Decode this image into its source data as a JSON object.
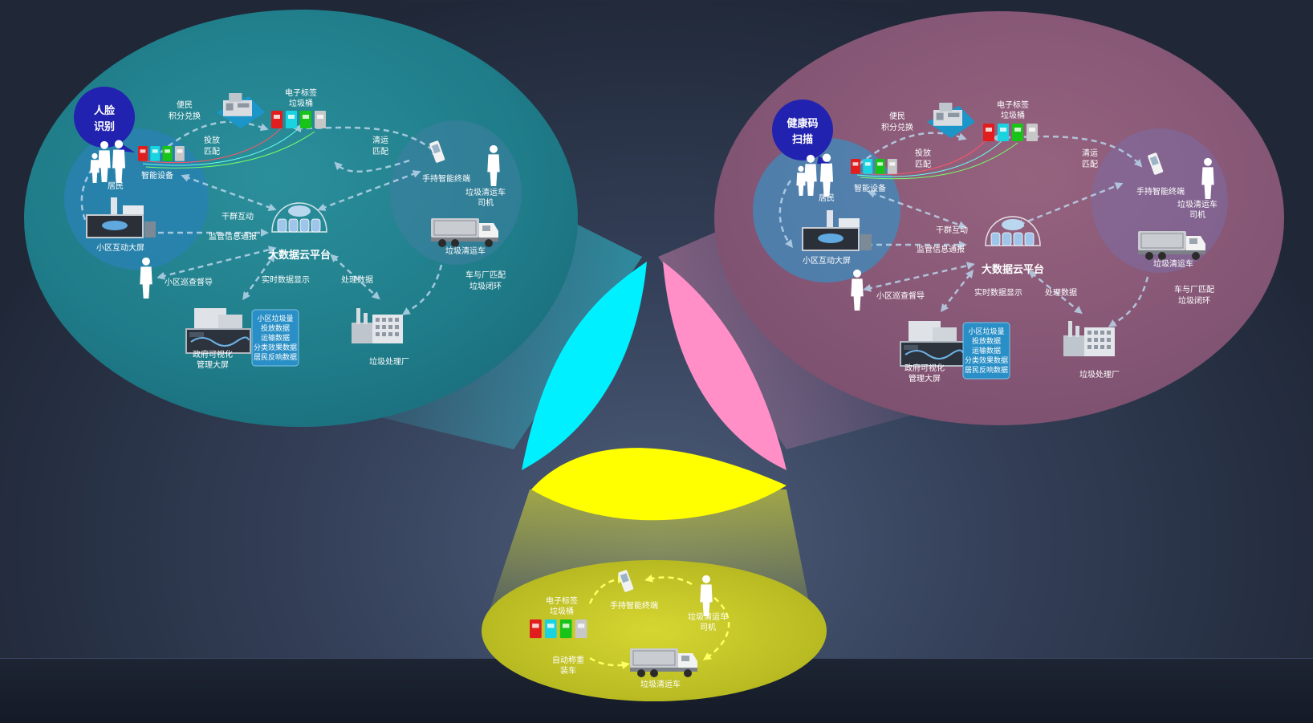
{
  "colors": {
    "cyan": "#00f0ff",
    "pink": "#ff8fc6",
    "yellow": "#ffff00",
    "left_bubble": "#1f7f8c",
    "right_bubble": "#8a5a78",
    "bottom_bubble": "#c8c81e",
    "badge": "#2222b0"
  },
  "left": {
    "badge": [
      "人脸",
      "识别"
    ],
    "resident": "居民",
    "smart_device": "智能设备",
    "convenience": [
      "便民",
      "积分兑换"
    ],
    "e_tag_bins": [
      "电子标签",
      "垃圾桶"
    ],
    "dispatch_match": [
      "投放",
      "匹配"
    ],
    "clean_match": [
      "清运",
      "匹配"
    ],
    "handheld": "手持智能终端",
    "driver": [
      "垃圾清运车",
      "司机"
    ],
    "truck": "垃圾清运车",
    "interact": "干群互动",
    "notice": "监管信息通报",
    "cloud": "大数据云平台",
    "screen": "小区互动大屏",
    "inspection": "小区巡查督导",
    "realtime": "实时数据显示",
    "process_data": "处理数据",
    "loop": [
      "车与厂匹配",
      "垃圾闭环"
    ],
    "gov_screen": [
      "政府可视化",
      "管理大屏"
    ],
    "plant": "垃圾处理厂",
    "panel": [
      "小区垃圾量",
      "投放数据",
      "运输数据",
      "分类效果数据",
      "居民反响数据"
    ]
  },
  "right": {
    "badge": [
      "健康码",
      "扫描"
    ],
    "resident": "居民",
    "smart_device": "智能设备",
    "convenience": [
      "便民",
      "积分兑换"
    ],
    "e_tag_bins": [
      "电子标签",
      "垃圾桶"
    ],
    "dispatch_match": [
      "投放",
      "匹配"
    ],
    "clean_match": [
      "清运",
      "匹配"
    ],
    "handheld": "手持智能终端",
    "driver": [
      "垃圾清运车",
      "司机"
    ],
    "truck": "垃圾清运车",
    "interact": "干群互动",
    "notice": "监管信息通报",
    "cloud": "大数据云平台",
    "screen": "小区互动大屏",
    "inspection": "小区巡查督导",
    "realtime": "实时数据显示",
    "process_data": "处理数据",
    "loop": [
      "车与厂匹配",
      "垃圾闭环"
    ],
    "gov_screen": [
      "政府可视化",
      "管理大屏"
    ],
    "plant": "垃圾处理厂",
    "panel": [
      "小区垃圾量",
      "投放数据",
      "运输数据",
      "分类效果数据",
      "居民反响数据"
    ]
  },
  "bottom": {
    "e_tag_bins": [
      "电子标签",
      "垃圾桶"
    ],
    "handheld": "手持智能终端",
    "driver": [
      "垃圾清运车",
      "司机"
    ],
    "auto_weigh": [
      "自动称重",
      "装车"
    ],
    "truck": "垃圾清运车"
  }
}
